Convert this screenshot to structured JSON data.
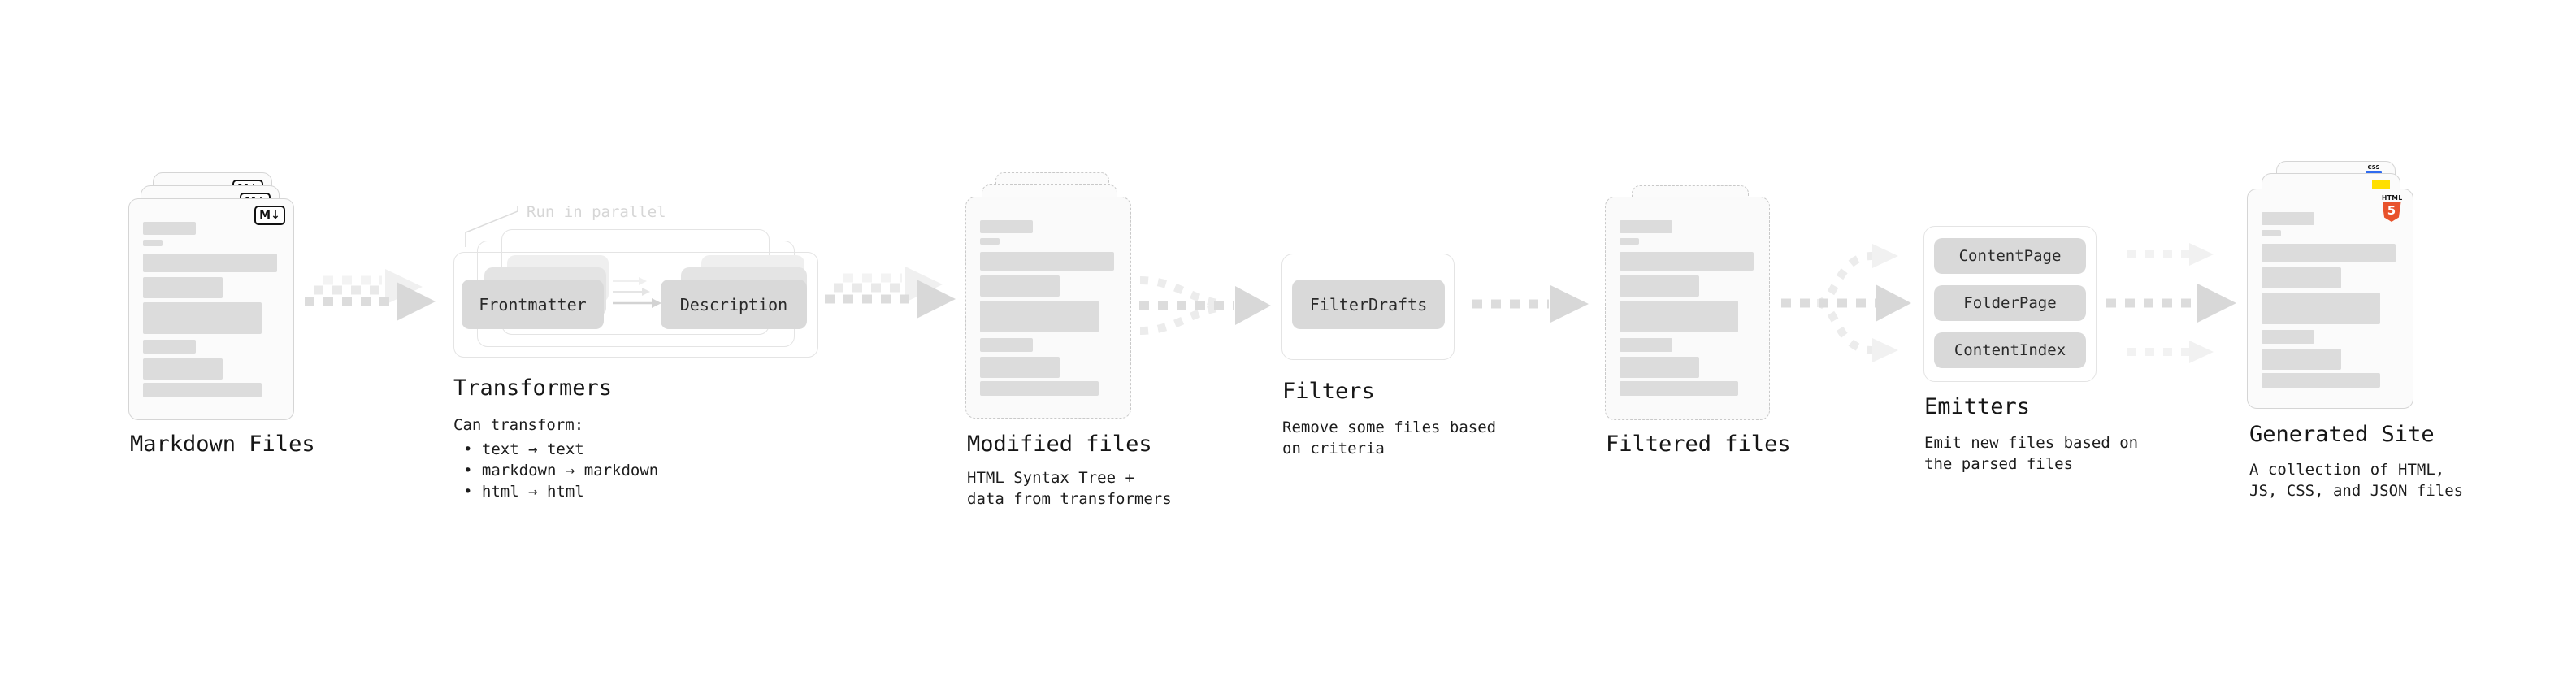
{
  "diagram": {
    "markdown": {
      "title": "Markdown Files",
      "badge": "M↓"
    },
    "transformers": {
      "title": "Transformers",
      "note": "Run in parallel",
      "input_box": "Frontmatter",
      "output_box": "Description",
      "caption": "Can transform:",
      "bullets": [
        "• text → text",
        "• markdown → markdown",
        "• html → html"
      ]
    },
    "modified": {
      "title": "Modified files",
      "caption_line1": "HTML Syntax Tree +",
      "caption_line2": "data from transformers"
    },
    "filters": {
      "title": "Filters",
      "box": "FilterDrafts",
      "caption_line1": "Remove some files based",
      "caption_line2": "on criteria"
    },
    "filtered": {
      "title": "Filtered files"
    },
    "emitters": {
      "title": "Emitters",
      "boxes": [
        "ContentPage",
        "FolderPage",
        "ContentIndex"
      ],
      "caption_line1": "Emit new files based on",
      "caption_line2": "the parsed files"
    },
    "generated": {
      "title": "Generated Site",
      "caption_line1": "A collection of HTML,",
      "caption_line2": "JS, CSS, and JSON files",
      "css_badge": "CSS",
      "html_badge_label": "HTML",
      "html_badge_number": "5"
    }
  },
  "doc_bars": [
    [
      65,
      16,
      0
    ],
    [
      24,
      8,
      6
    ],
    [
      165,
      23,
      9
    ],
    [
      98,
      26,
      6
    ],
    [
      146,
      39,
      5
    ],
    [
      65,
      17,
      7
    ],
    [
      98,
      26,
      6
    ],
    [
      146,
      18,
      4
    ]
  ],
  "colors": {
    "css_badge_blue": "#2f6bef",
    "js_badge_yellow": "#ffdf00",
    "html5_orange": "#e8532c"
  }
}
